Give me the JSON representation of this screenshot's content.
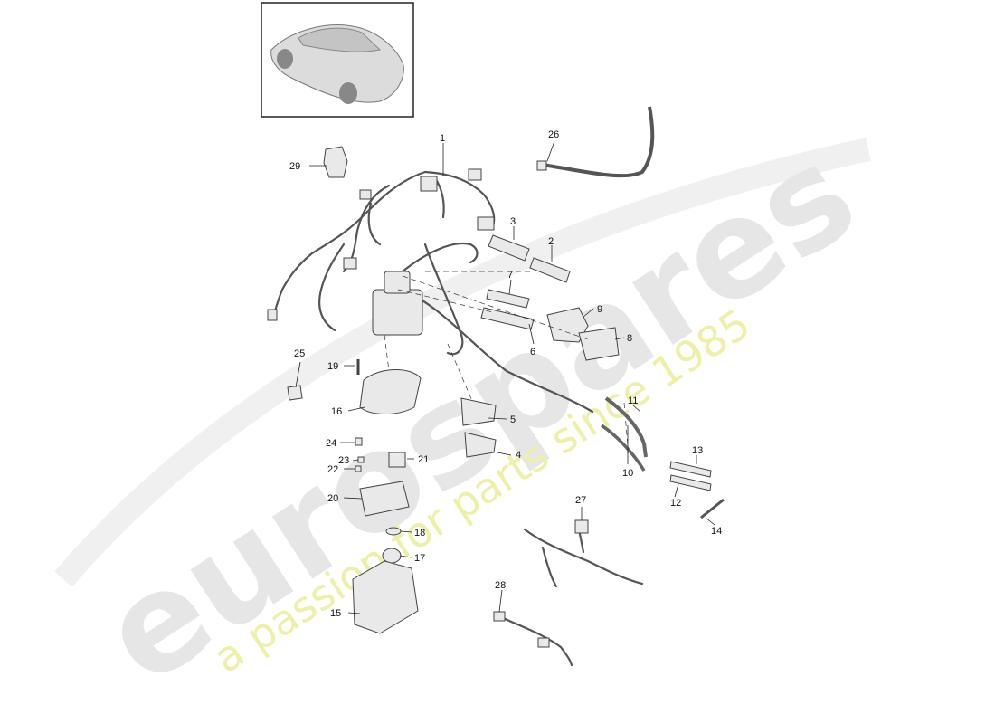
{
  "watermark": {
    "brand": "eurospares",
    "tagline": "a passion for parts since 1985"
  },
  "callouts": [
    "1",
    "2",
    "3",
    "4",
    "5",
    "6",
    "7",
    "8",
    "9",
    "10",
    "11",
    "12",
    "13",
    "14",
    "15",
    "16",
    "17",
    "18",
    "19",
    "20",
    "21",
    "22",
    "23",
    "24",
    "25",
    "26",
    "27",
    "28",
    "29"
  ]
}
